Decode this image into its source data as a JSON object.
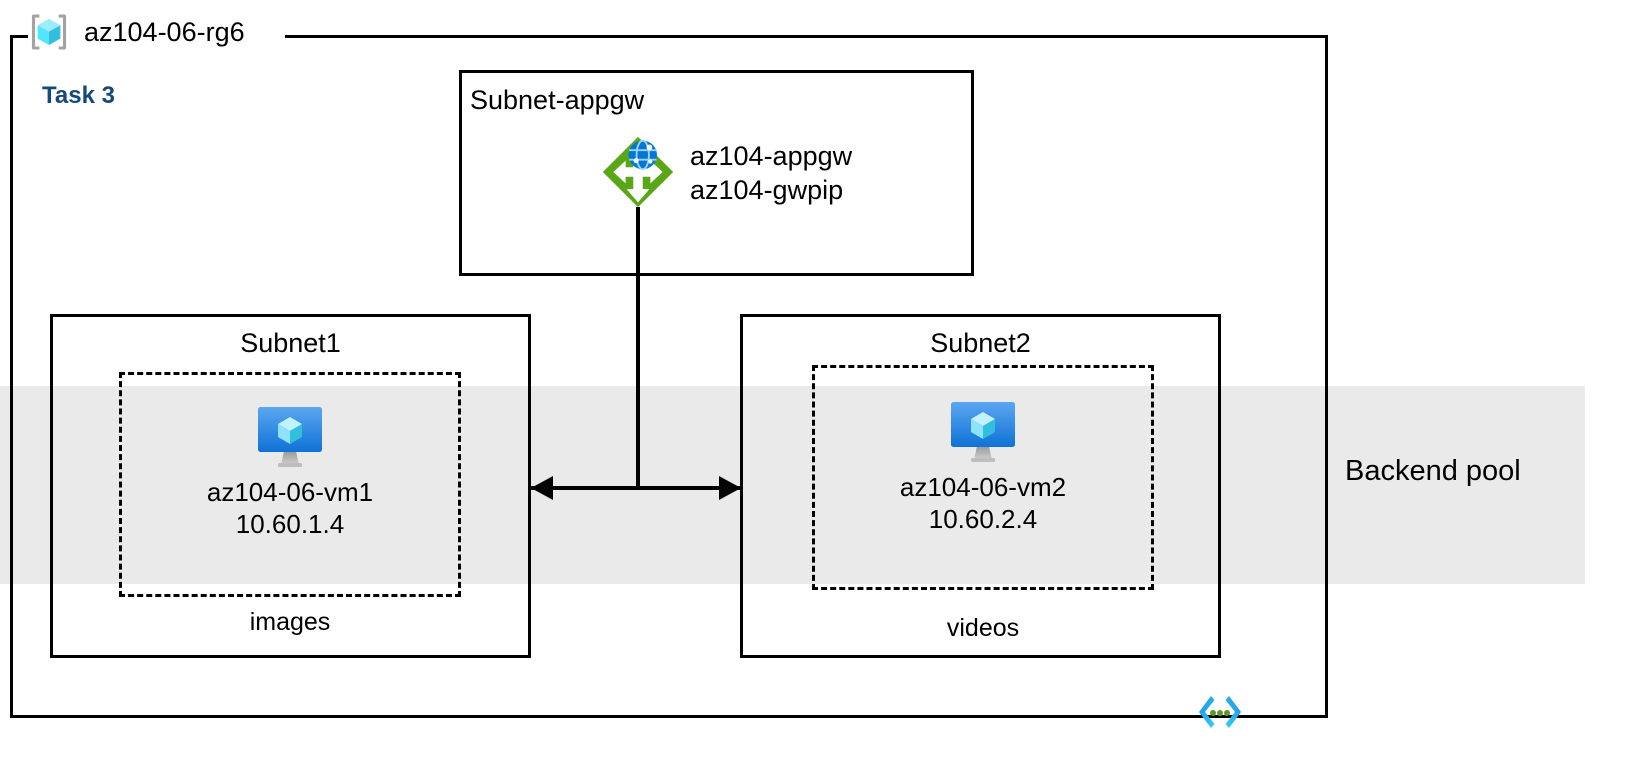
{
  "resource_group": {
    "icon": "resource-group-cube-icon",
    "name": "az104-06-rg6"
  },
  "task": {
    "label": "Task 3",
    "color": "#15497B"
  },
  "backend_pool": {
    "label": "Backend pool",
    "band_color": "#EAEAEA"
  },
  "appgw_subnet": {
    "title": "Subnet-appgw",
    "resource": {
      "icon": "application-gateway-icon",
      "line1": "az104-appgw",
      "line2": "az104-gwpip"
    }
  },
  "subnets": [
    {
      "title": "Subnet1",
      "sub_label": "images",
      "vm": {
        "icon": "virtual-machine-icon",
        "name": "az104-06-vm1",
        "ip": "10.60.1.4"
      }
    },
    {
      "title": "Subnet2",
      "sub_label": "videos",
      "vm": {
        "icon": "virtual-machine-icon",
        "name": "az104-06-vm2",
        "ip": "10.60.2.4"
      }
    }
  ],
  "footer": {
    "icon": "code-template-icon"
  },
  "colors": {
    "appgw_green": "#59A616",
    "vm_blue": "#0078D4",
    "cube_cyan": "#50E6FF",
    "code_cyan": "#32BEDD",
    "code_green": "#5E9624",
    "border_black": "#000000"
  }
}
